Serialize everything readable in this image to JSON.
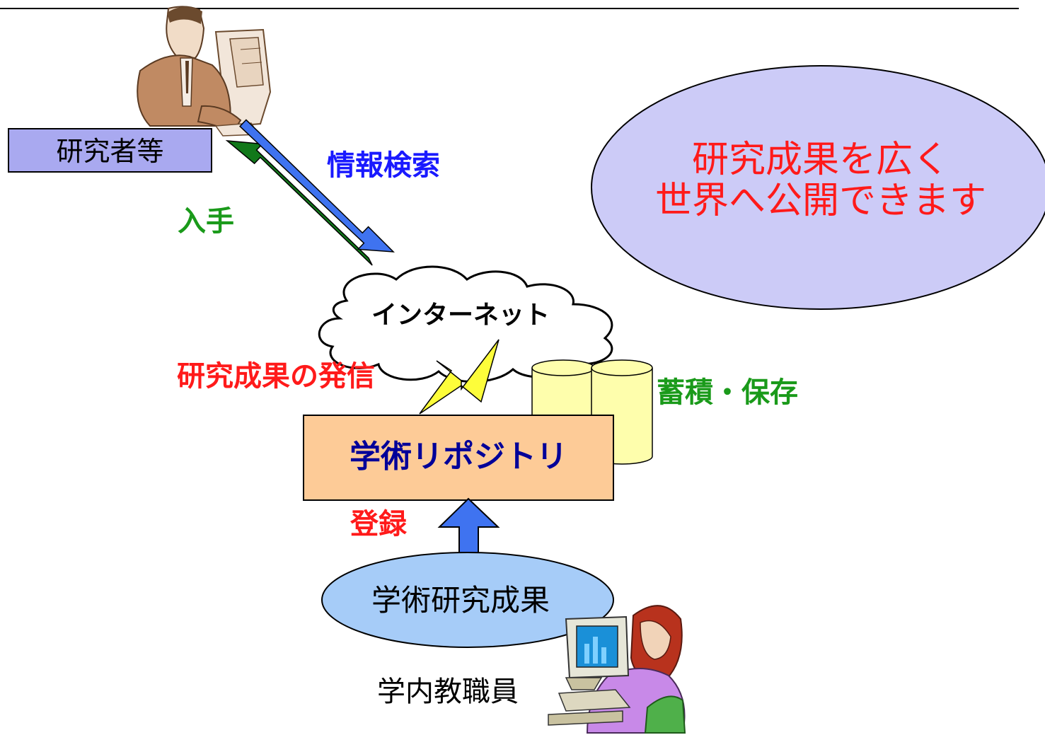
{
  "colors": {
    "blue_text": "#1a1aff",
    "green_text": "#1a9a1a",
    "red_text": "#ff1a1a",
    "navy_text": "#000099",
    "researcher_box": "#a9a9f0",
    "callout_ellipse": "#cccbf7",
    "repository_box": "#fdcb97",
    "database": "#fefeac",
    "results_ellipse": "#a6ccf8",
    "arrow_blue": "#3f73f0",
    "arrow_green": "#11781a",
    "lightning": "#fdfd3a"
  },
  "icons": [
    "businessman-at-computer-icon",
    "woman-at-computer-icon",
    "cloud-icon",
    "lightning-icon",
    "database-cylinder-icon"
  ],
  "labels": {
    "researchers": "研究者等",
    "search": "情報検索",
    "obtain": "入手",
    "internet": "インターネット",
    "dissemination": "研究成果の発信",
    "storage": "蓄積・保存",
    "repository": "学術リポジトリ",
    "register": "登録",
    "research_results": "学術研究成果",
    "faculty": "学内教職員",
    "callout_line1": "研究成果を広く",
    "callout_line2": "世界へ公開できます"
  }
}
